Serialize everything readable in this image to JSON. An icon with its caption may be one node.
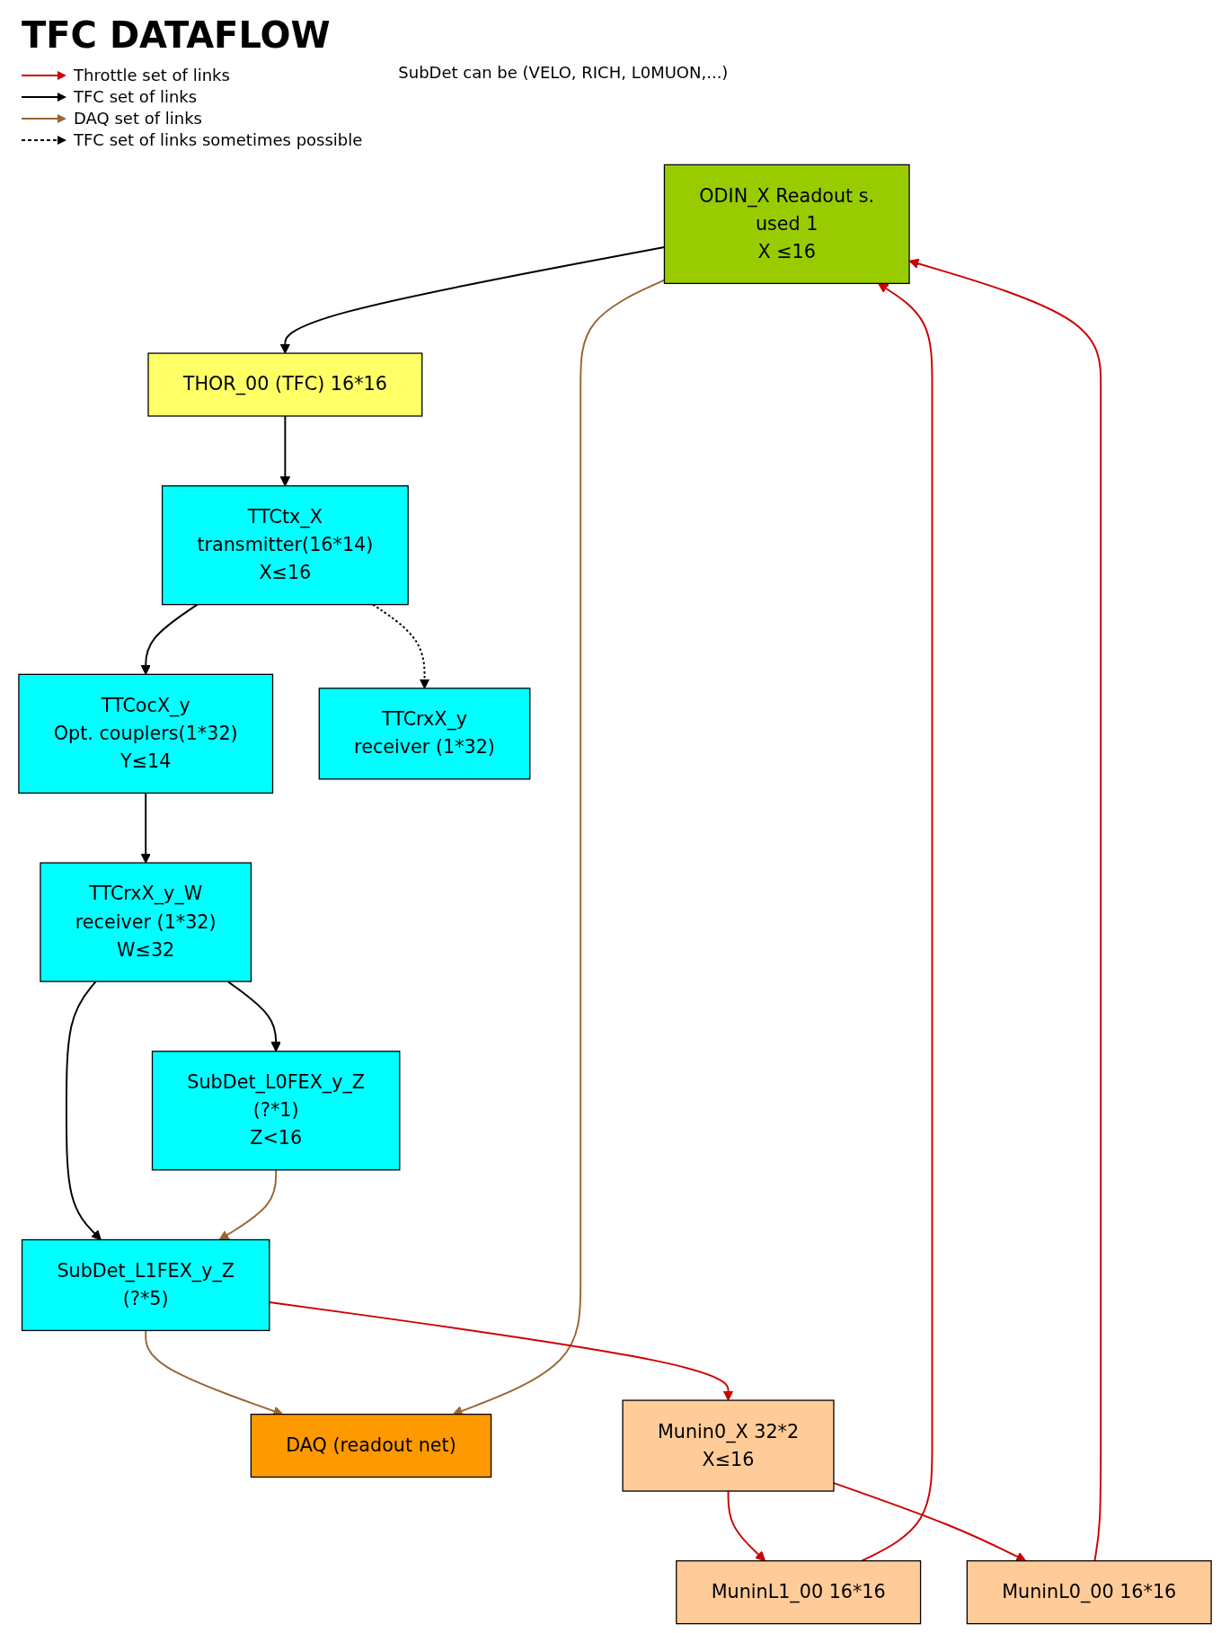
{
  "diagram": {
    "title": "TFC DATAFLOW",
    "nodes": [
      {
        "text": [
          "ODIN_X Readout s.",
          "used 1",
          "X ≤16"
        ]
      },
      {
        "text": [
          "THOR_00 (TFC) 16*16"
        ]
      },
      {
        "text": [
          "TTCtx_X",
          "transmitter(16*14)",
          "X≤16"
        ]
      },
      {
        "text": [
          "TTCocX_y",
          "Opt. couplers(1*32)",
          "Y≤14"
        ]
      },
      {
        "text": [
          "TTCrxX_y_W",
          "receiver (1*32)",
          "W≤32"
        ]
      },
      {
        "text": [
          "TTCrxX_y",
          "receiver (1*32)"
        ]
      },
      {
        "text": [
          "SubDet_L0FEX_y_Z",
          "(?*1)",
          "Z<16"
        ]
      },
      {
        "text": [
          "SubDet_L1FEX_y_Z",
          "(?*5)"
        ]
      },
      {
        "text": [
          "DAQ (readout net)"
        ]
      },
      {
        "text": [
          "Munin0_X 32*2",
          "X≤16"
        ]
      },
      {
        "text": [
          "MuninL1_00 16*16"
        ]
      },
      {
        "text": [
          "MuninL0_00 16*16"
        ]
      }
    ],
    "edges": [
      {
        "from": 0,
        "to": 1,
        "arrow": "to"
      },
      {
        "from": 1,
        "to": 2,
        "arrow": "to"
      },
      {
        "from": 2,
        "to": 3,
        "arrow": "to"
      },
      {
        "from": 2,
        "to": 5,
        "arrow": "to",
        "style": "dashed"
      },
      {
        "from": 3,
        "to": 4,
        "arrow": "to"
      },
      {
        "from": 4,
        "to": 6,
        "arrow": "to"
      },
      {
        "from": 4,
        "to": 7,
        "arrow": "to"
      },
      {
        "from": 6,
        "to": 7,
        "arrow": "to",
        "color": "#996633"
      },
      {
        "from": 7,
        "to": 8,
        "arrow": "to",
        "color": "#996633"
      },
      {
        "from": 0,
        "to": 8,
        "arrow": "to",
        "color": "#996633"
      },
      {
        "from": 7,
        "to": 9,
        "arrow": "to",
        "color": "#cc0000"
      },
      {
        "from": 9,
        "to": 10,
        "arrow": "to",
        "color": "#cc0000"
      },
      {
        "from": 9,
        "to": 11,
        "arrow": "to",
        "color": "#cc0000"
      },
      {
        "from": 10,
        "to": 0,
        "arrow": "to",
        "color": "#cc0000"
      },
      {
        "from": 11,
        "to": 0,
        "arrow": "to",
        "color": "#cc0000"
      }
    ],
    "labels": [
      "SubDet can be (VELO, RICH, L0MUON,...)"
    ],
    "legend": [
      {
        "text": "Throttle set of links"
      },
      {
        "text": "TFC set of links"
      },
      {
        "text": "DAQ set of links"
      },
      {
        "text": "TFC set of links sometimes possible"
      }
    ]
  }
}
